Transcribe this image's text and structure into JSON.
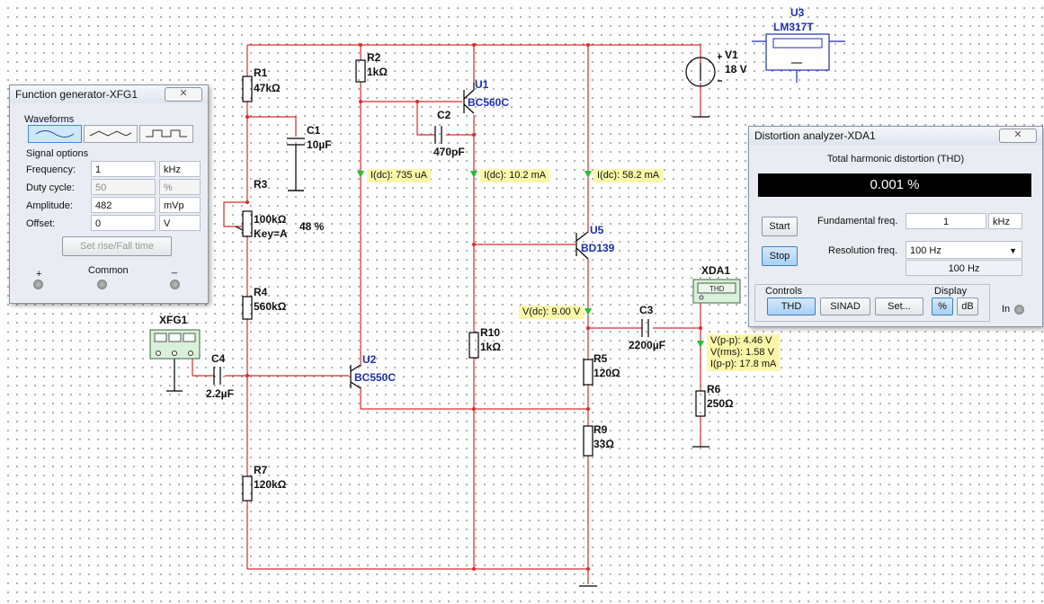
{
  "function_generator": {
    "title": "Function generator-XFG1",
    "waveforms_title": "Waveforms",
    "signal_options_title": "Signal options",
    "frequency": {
      "label": "Frequency:",
      "value": "1",
      "unit": "kHz"
    },
    "duty_cycle": {
      "label": "Duty cycle:",
      "value": "50",
      "unit": "%"
    },
    "amplitude": {
      "label": "Amplitude:",
      "value": "482",
      "unit": "mVp"
    },
    "offset": {
      "label": "Offset:",
      "value": "0",
      "unit": "V"
    },
    "rise_fall_button": "Set rise/Fall time",
    "plus_label": "+",
    "common_label": "Common",
    "minus_label": "_"
  },
  "distortion_analyzer": {
    "title": "Distortion analyzer-XDA1",
    "thd_title": "Total harmonic distortion (THD)",
    "thd_value": "0.001 %",
    "start_button": "Start",
    "stop_button": "Stop",
    "fundamental_label": "Fundamental freq.",
    "fundamental_value": "1",
    "fundamental_unit": "kHz",
    "resolution_label": "Resolution freq.",
    "resolution_value": "100 Hz",
    "resolution_display": "100 Hz",
    "controls_title": "Controls",
    "display_title": "Display",
    "thd_button": "THD",
    "sinad_button": "SINAD",
    "set_button": "Set...",
    "percent_button": "%",
    "db_button": "dB",
    "in_label": "In"
  },
  "components": {
    "r1": {
      "name": "R1",
      "value": "47kΩ"
    },
    "r2": {
      "name": "R2",
      "value": "1kΩ"
    },
    "r3": {
      "name": "R3",
      "value": "100kΩ",
      "key": "Key=A",
      "percent": "48 %"
    },
    "r4": {
      "name": "R4",
      "value": "560kΩ"
    },
    "r5": {
      "name": "R5",
      "value": "120Ω"
    },
    "r6": {
      "name": "R6",
      "value": "250Ω"
    },
    "r7": {
      "name": "R7",
      "value": "120kΩ"
    },
    "r9": {
      "name": "R9",
      "value": "33Ω"
    },
    "r10": {
      "name": "R10",
      "value": "1kΩ"
    },
    "c1": {
      "name": "C1",
      "value": "10µF"
    },
    "c2": {
      "name": "C2",
      "value": "470pF"
    },
    "c3": {
      "name": "C3",
      "value": "2200µF"
    },
    "c4": {
      "name": "C4",
      "value": "2.2µF"
    },
    "u1": {
      "name": "U1",
      "part": "BC560C"
    },
    "u2": {
      "name": "U2",
      "part": "BC550C"
    },
    "u3": {
      "name": "U3",
      "part": "LM317T"
    },
    "u5": {
      "name": "U5",
      "part": "BD139"
    },
    "v1": {
      "name": "V1",
      "value": "18 V"
    },
    "xfg1": {
      "name": "XFG1"
    },
    "xda1": {
      "name": "XDA1",
      "label": "THD"
    }
  },
  "probes": {
    "p1": "I(dc): 735 uA",
    "p2": "I(dc): 10.2 mA",
    "p3": "I(dc): 58.2 mA",
    "p4": "V(dc): 9.00 V",
    "p5_lines": [
      "V(p-p): 4.46 V",
      "V(rms): 1.58 V",
      "I(p-p): 17.8 mA"
    ]
  },
  "colors": {
    "wire": "#d92b2b",
    "probe_bg": "#fbf7a8",
    "part_label": "#1c2fb0"
  }
}
